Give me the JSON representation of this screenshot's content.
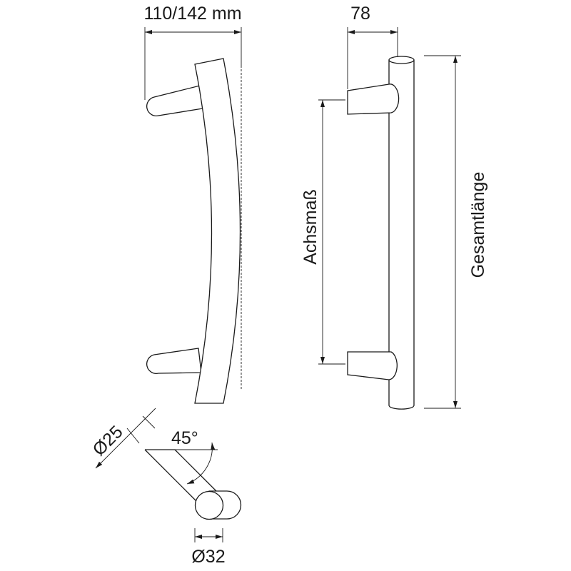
{
  "dimensions": {
    "projection": "110/142 mm",
    "depth": "78",
    "axis_distance": "Achsmaß",
    "total_length": "Gesamtlänge",
    "rod_diameter": "Ø25",
    "angle": "45°",
    "bar_diameter": "Ø32"
  },
  "colors": {
    "line": "#1a1a1a",
    "background": "#ffffff"
  }
}
